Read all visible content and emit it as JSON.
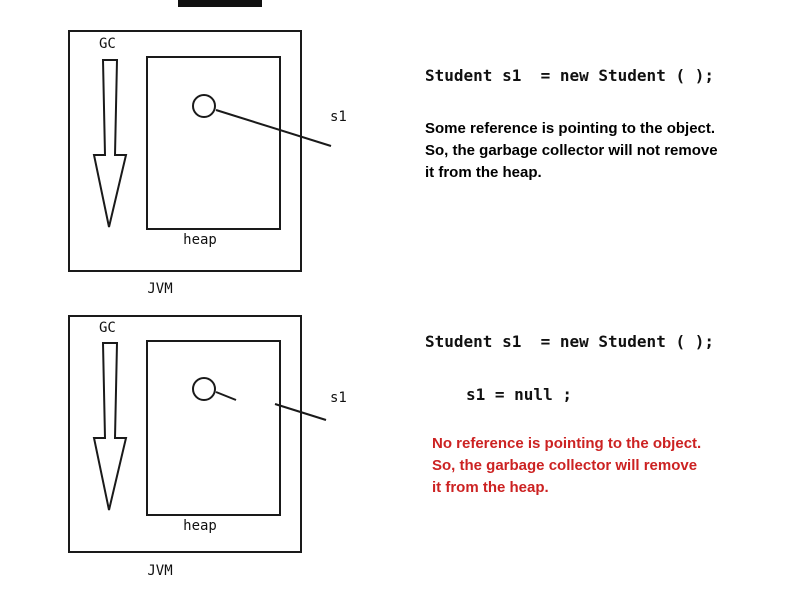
{
  "figure": {
    "top": {
      "diagram": {
        "gc": "GC",
        "heap": "heap",
        "jvm": "JVM",
        "s1": "s1"
      },
      "code": "Student s1  = new Student ( );",
      "note": "Some reference is pointing to the object.\nSo, the garbage collector will not remove\nit from the heap."
    },
    "bottom": {
      "diagram": {
        "gc": "GC",
        "heap": "heap",
        "jvm": "JVM",
        "s1": "s1"
      },
      "code1": "Student s1  = new Student ( );",
      "code2": "s1 = null ;",
      "note": "No reference is pointing to the object.\nSo, the garbage collector will remove\nit from the heap."
    },
    "colors": {
      "ink": "#1a1a1a",
      "note_top": "#000000",
      "note_bottom": "#cc2222",
      "background": "#ffffff"
    }
  }
}
